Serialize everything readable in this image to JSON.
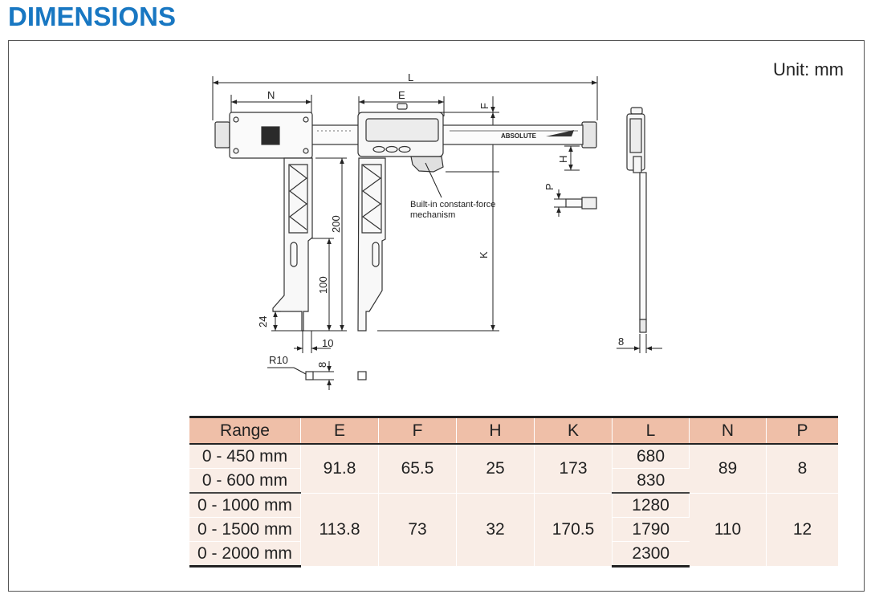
{
  "page": {
    "title": "DIMENSIONS",
    "unit_label": "Unit: mm"
  },
  "drawing": {
    "labels": {
      "L": "L",
      "N": "N",
      "E": "E",
      "F": "F",
      "H": "H",
      "P": "P",
      "K": "K",
      "d200": "200",
      "d100": "100",
      "d24": "24",
      "d10": "10",
      "d8": "8",
      "d8_side": "8",
      "R10": "R10"
    },
    "note_line1": "Built-in constant-force",
    "note_line2": "mechanism",
    "brand": "ABSOLUTE"
  },
  "table": {
    "headers": [
      "Range",
      "E",
      "F",
      "H",
      "K",
      "L",
      "N",
      "P"
    ],
    "groups": [
      {
        "ranges": [
          "0 - 450 mm",
          "0 - 600 mm"
        ],
        "E": "91.8",
        "F": "65.5",
        "H": "25",
        "K": "173",
        "L": [
          "680",
          "830"
        ],
        "N": "89",
        "P": "8"
      },
      {
        "ranges": [
          "0 - 1000 mm",
          "0 - 1500 mm",
          "0 - 2000 mm"
        ],
        "E": "113.8",
        "F": "73",
        "H": "32",
        "K": "170.5",
        "L": [
          "1280",
          "1790",
          "2300"
        ],
        "N": "110",
        "P": "12"
      }
    ]
  }
}
